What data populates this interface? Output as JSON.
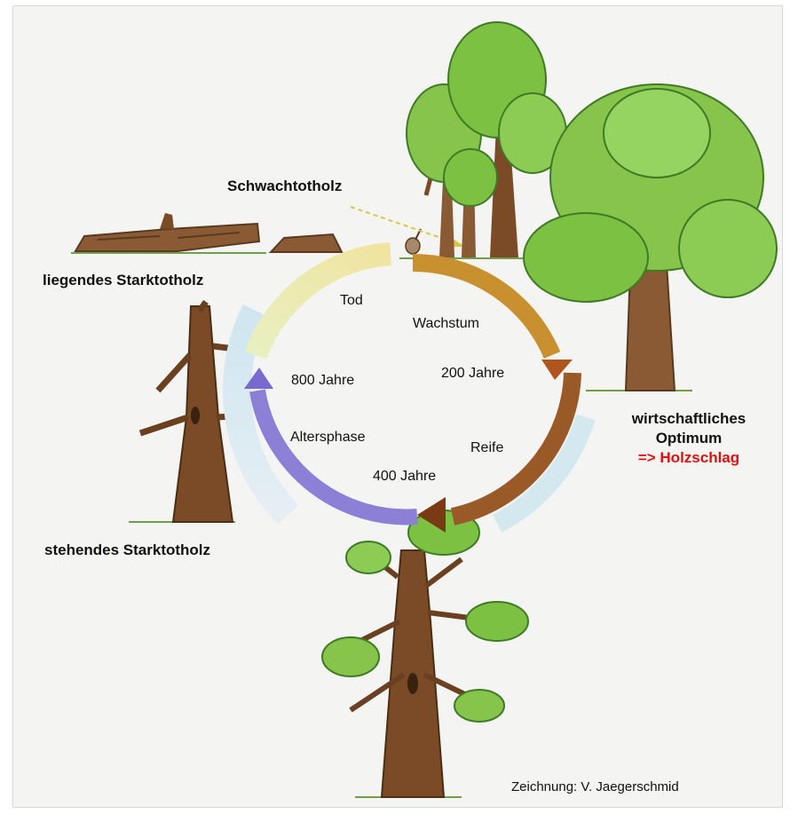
{
  "labels": {
    "schwachtotholz": "Schwachtotholz",
    "liegendes": "liegendes Starktotholz",
    "stehendes": "stehendes Starktotholz",
    "optimum_line1": "wirtschaftliches",
    "optimum_line2": "Optimum",
    "holzschlag": "=> Holzschlag",
    "credit": "Zeichnung: V. Jaegerschmid"
  },
  "cycle": {
    "tod": "Tod",
    "wachstum": "Wachstum",
    "y200": "200 Jahre",
    "y800": "800 Jahre",
    "altersphase": "Altersphase",
    "reife": "Reife",
    "y400": "400 Jahre"
  },
  "colors": {
    "holzschlag": "#e01010",
    "growth_arrow": "#b86e1e",
    "maturity_arrow": "#8a4a1c",
    "age_arrow": "#8c7fd6",
    "death_arrow": "#e6d36a",
    "foliage": "#7cc142",
    "trunk": "#7a4b26"
  }
}
